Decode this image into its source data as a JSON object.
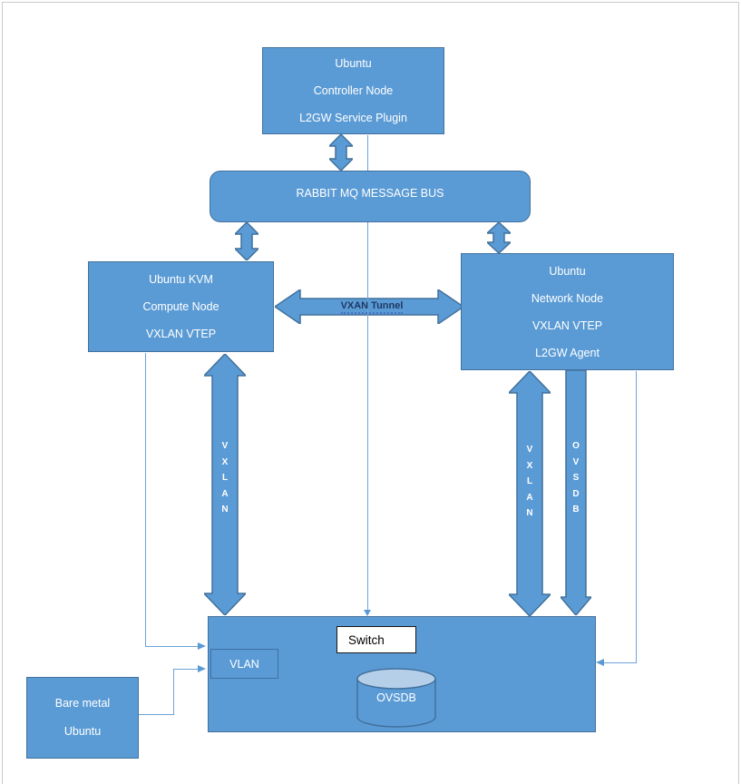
{
  "page": {
    "controller_node": {
      "lines": [
        "Ubuntu",
        "Controller Node",
        "L2GW Service Plugin"
      ]
    },
    "message_bus": {
      "label": "RABBIT MQ MESSAGE BUS"
    },
    "compute_node": {
      "lines": [
        "Ubuntu KVM",
        "Compute Node",
        "VXLAN VTEP"
      ]
    },
    "network_node": {
      "lines": [
        "Ubuntu",
        "Network Node",
        "VXLAN VTEP",
        "L2GW Agent"
      ]
    },
    "tunnel_arrow_label": "VXAN Tunnel",
    "left_vxlan_label": "V\nX\nL\nA\nN",
    "right_vxlan_label": "V\nX\nL\nA\nN",
    "ovsdb_arrow_label": "O\nV\nS\nD\nB",
    "switch_box": {
      "title": "Switch",
      "vlan": "VLAN",
      "ovsdb": "OVSDB"
    },
    "bare_metal_node": {
      "lines": [
        "Bare metal",
        "Ubuntu"
      ]
    },
    "colors": {
      "shape_fill": "#5b9bd5",
      "shape_border": "#41719c",
      "connector_line": "#6fa3d9",
      "text_on_shape": "#ffffff",
      "tunnel_text": "#1f3864",
      "switch_label_text": "#000000",
      "cylinder_top": "#b6cfe9"
    }
  }
}
